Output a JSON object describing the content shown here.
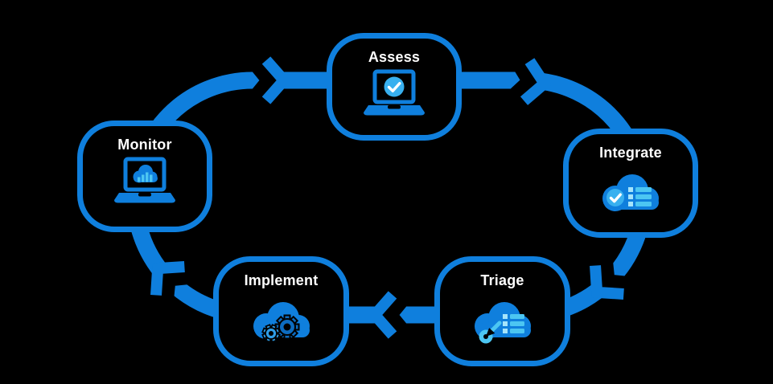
{
  "diagram": {
    "colors": {
      "background": "#000000",
      "accent-blue": "#0f7fdd",
      "cyan": "#4cc6f2",
      "light-cyan": "#a5e4fb",
      "check-circle": "#38b0ef",
      "white": "#ffffff",
      "label": "#ffffff",
      "gear-blue": "#0d6cc0",
      "gear-small": "#2f9de6"
    },
    "nodes": [
      {
        "id": "assess",
        "label": "Assess",
        "icon": "laptop-checkmark-icon"
      },
      {
        "id": "integrate",
        "label": "Integrate",
        "icon": "cloud-checklist-icon"
      },
      {
        "id": "triage",
        "label": "Triage",
        "icon": "cloud-wrench-list-icon"
      },
      {
        "id": "implement",
        "label": "Implement",
        "icon": "cloud-gears-icon"
      },
      {
        "id": "monitor",
        "label": "Monitor",
        "icon": "laptop-cloud-chart-icon"
      }
    ]
  }
}
